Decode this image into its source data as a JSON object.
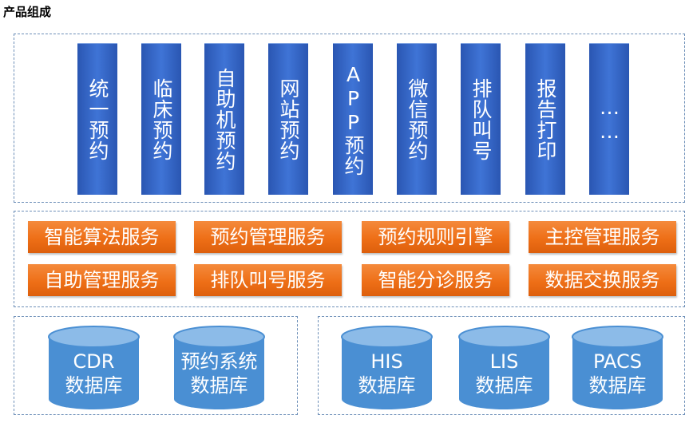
{
  "title": "产品组成",
  "channels": [
    {
      "label": "统一预约"
    },
    {
      "label": "临床预约"
    },
    {
      "label": "自助机预约"
    },
    {
      "label": "网站预约"
    },
    {
      "label": "APP预约"
    },
    {
      "label": "微信预约"
    },
    {
      "label": "排队叫号"
    },
    {
      "label": "报告打印"
    },
    {
      "label": "……"
    }
  ],
  "services": [
    {
      "label": "智能算法服务"
    },
    {
      "label": "预约管理服务"
    },
    {
      "label": "预约规则引擎"
    },
    {
      "label": "主控管理服务"
    },
    {
      "label": "自助管理服务"
    },
    {
      "label": "排队叫号服务"
    },
    {
      "label": "智能分诊服务"
    },
    {
      "label": "数据交换服务"
    }
  ],
  "databases": [
    {
      "line1": "CDR",
      "line2": "数据库"
    },
    {
      "line1": "预约系统",
      "line2": "数据库"
    },
    {
      "line1": "HIS",
      "line2": "数据库"
    },
    {
      "line1": "LIS",
      "line2": "数据库"
    },
    {
      "line1": "PACS",
      "line2": "数据库"
    }
  ],
  "colors": {
    "channel_blue": "#3364c6",
    "service_orange": "#ee6f17",
    "database_blue": "#4a8fd3",
    "panel_border": "#6d8fb8"
  }
}
